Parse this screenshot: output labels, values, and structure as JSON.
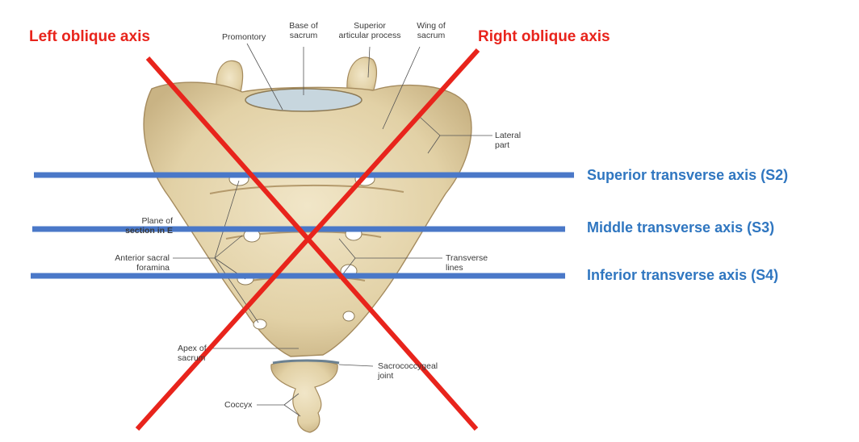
{
  "axes": {
    "left_oblique": "Left oblique axis",
    "right_oblique": "Right oblique axis",
    "superior_transverse": "Superior transverse axis (S2)",
    "middle_transverse": "Middle transverse axis (S3)",
    "inferior_transverse": "Inferior transverse axis (S4)"
  },
  "labels": {
    "promontory": "Promontory",
    "base_of_sacrum_1": "Base of",
    "base_of_sacrum_2": "sacrum",
    "superior_articular_1": "Superior",
    "superior_articular_2": "articular process",
    "wing_1": "Wing of",
    "wing_2": "sacrum",
    "lateral_1": "Lateral",
    "lateral_2": "part",
    "plane_1": "Plane of",
    "plane_2": "section in E",
    "anterior_foramina_1": "Anterior sacral",
    "anterior_foramina_2": "foramina",
    "transverse_lines_1": "Transverse",
    "transverse_lines_2": "lines",
    "apex_1": "Apex of",
    "apex_2": "sacrum",
    "sacrococcygeal_1": "Sacrococcygeal",
    "sacrococcygeal_2": "joint",
    "coccyx": "Coccyx"
  },
  "colors": {
    "oblique_axis": "#e8241c",
    "transverse_axis": "#4a78c8",
    "bone": "#e6d7b0",
    "bone_shadow": "#b89f72",
    "foramen": "#ffffff"
  }
}
